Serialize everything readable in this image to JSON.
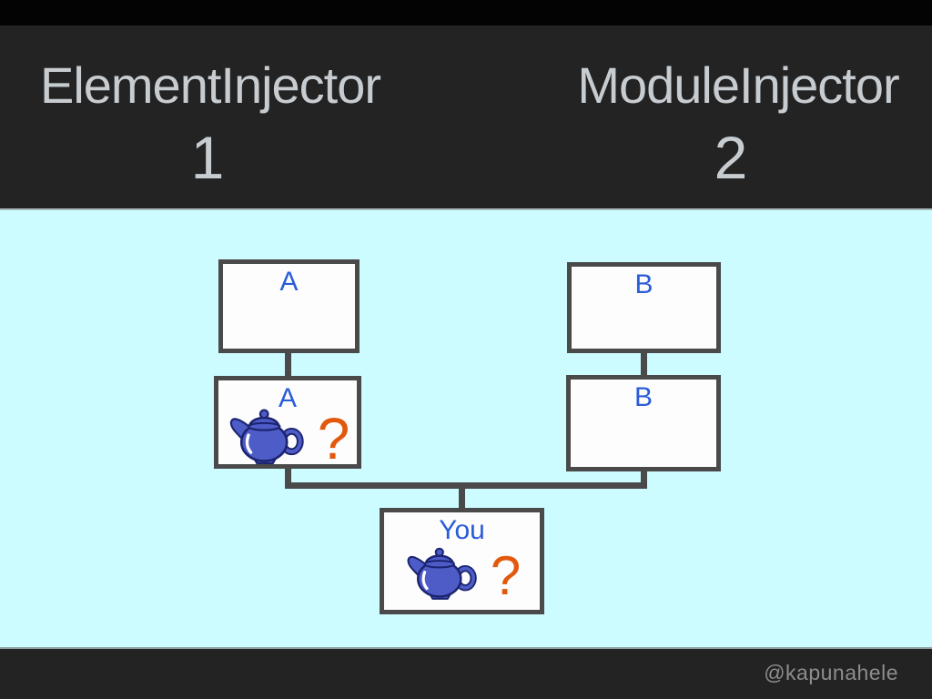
{
  "header": {
    "left": {
      "title": "ElementInjector",
      "number": "1"
    },
    "right": {
      "title": "ModuleInjector",
      "number": "2"
    }
  },
  "diagram": {
    "nodes": {
      "a_parent": {
        "label": "A"
      },
      "a_child": {
        "label": "A",
        "icon": "teapot-icon",
        "question": "?"
      },
      "b_parent": {
        "label": "B"
      },
      "b_child": {
        "label": "B"
      },
      "you": {
        "label": "You",
        "icon": "teapot-icon",
        "question": "?"
      }
    }
  },
  "footer": {
    "handle": "@kapunahele"
  },
  "colors": {
    "top_strip": "#030303",
    "panel_bg": "#232323",
    "canvas_bg": "#ccfcff",
    "box_border": "#4a4a4a",
    "box_fill": "#fdfdfe",
    "label_blue": "#2b5cd8",
    "question_orange": "#e2590e",
    "teapot_blue": "#4d5cc7",
    "teapot_outline": "#1c2470",
    "title_text": "#c7ccd1",
    "footer_text": "#8d8d8d"
  }
}
